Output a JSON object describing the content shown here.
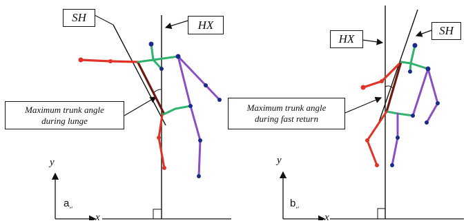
{
  "panels": [
    {
      "label": "a",
      "y_axis": "y",
      "x_axis": "x",
      "tags": {
        "trunk": "SH",
        "vertical": "HX"
      },
      "callout": [
        "Maximum trunk angle",
        "during lunge"
      ]
    },
    {
      "label": "b",
      "y_axis": "y",
      "x_axis": "x",
      "tags": {
        "trunk": "SH",
        "vertical": "HX"
      },
      "callout": [
        "Maximum trunk angle",
        "during fast return"
      ]
    }
  ],
  "return_mark": "↵",
  "colors": {
    "arm_red": "#e23228",
    "trunk_dark_red": "#6b1a12",
    "green": "#2db36b",
    "purple": "#8a4fc0",
    "joint_blue": "#1a2a8a",
    "line": "#111111"
  }
}
